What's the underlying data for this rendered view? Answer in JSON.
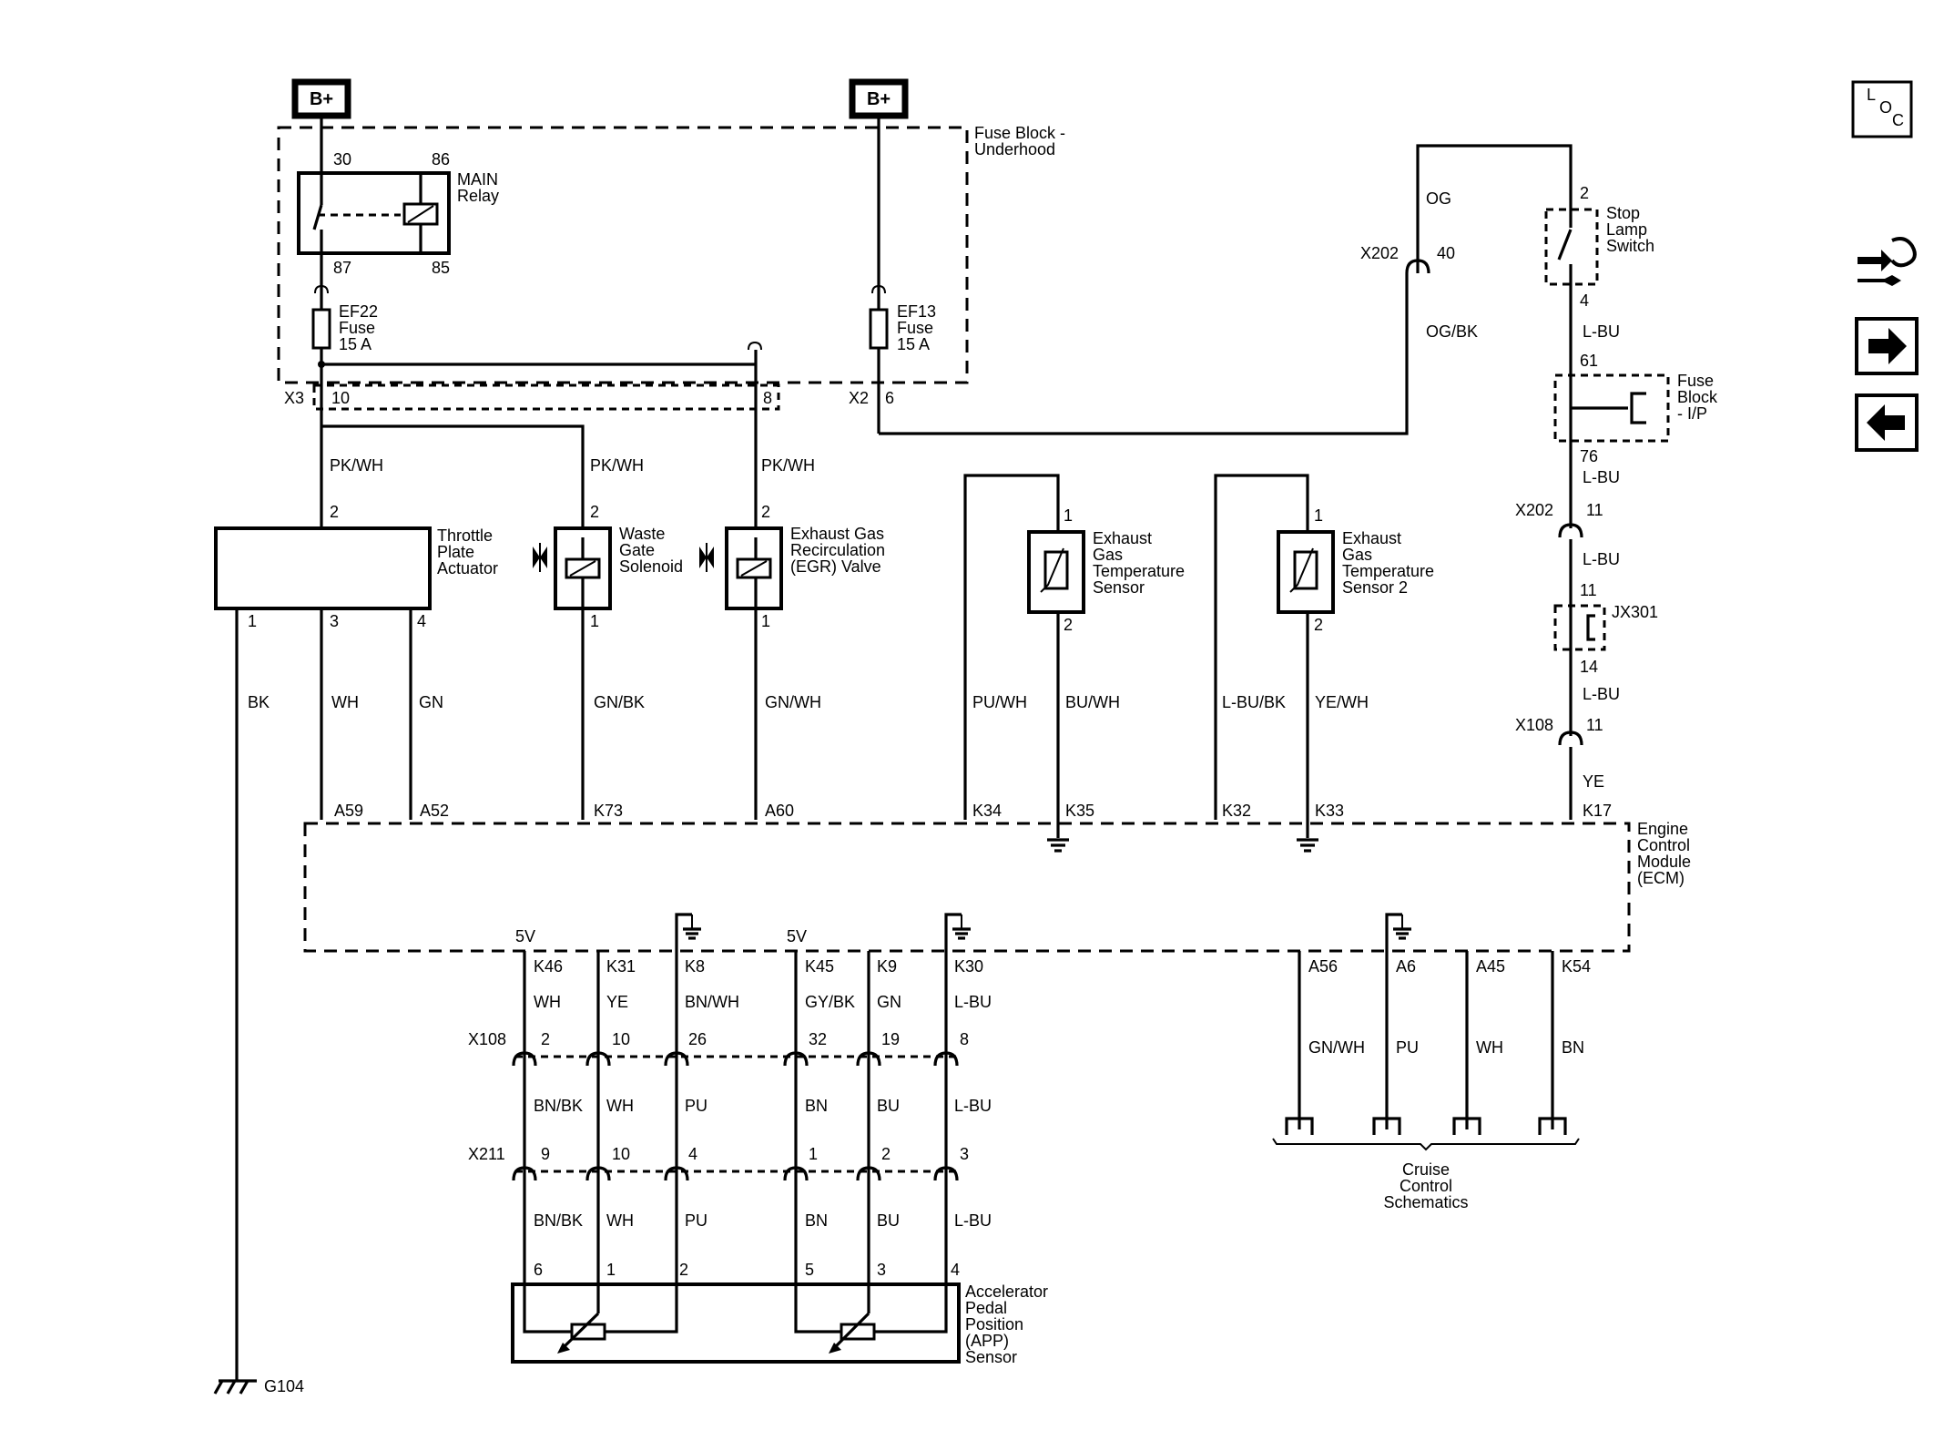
{
  "supply": {
    "bplus_1": "B+",
    "bplus_2": "B+"
  },
  "components": {
    "fuse_block_underhood": [
      "Fuse Block -",
      "Underhood"
    ],
    "main_relay": [
      "MAIN",
      "Relay"
    ],
    "ef22": [
      "EF22",
      "Fuse",
      "15 A"
    ],
    "ef13": [
      "EF13",
      "Fuse",
      "15 A"
    ],
    "throttle": [
      "Throttle",
      "Plate",
      "Actuator"
    ],
    "wastegate": [
      "Waste",
      "Gate",
      "Solenoid"
    ],
    "egr": [
      "Exhaust Gas",
      "Recirculation",
      "(EGR) Valve"
    ],
    "egt1": [
      "Exhaust",
      "Gas",
      "Temperature",
      "Sensor"
    ],
    "egt2": [
      "Exhaust",
      "Gas",
      "Temperature",
      "Sensor 2"
    ],
    "stop_lamp": [
      "Stop",
      "Lamp",
      "Switch"
    ],
    "fuse_block_ip": [
      "Fuse",
      "Block",
      "- I/P"
    ],
    "ecm": [
      "Engine",
      "Control",
      "Module",
      "(ECM)"
    ],
    "app": [
      "Accelerator",
      "Pedal",
      "Position",
      "(APP)",
      "Sensor"
    ],
    "cruise": [
      "Cruise",
      "Control",
      "Schematics"
    ],
    "ground": "G104",
    "jx301": "JX301"
  },
  "pins": {
    "relay_30": "30",
    "relay_86": "86",
    "relay_87": "87",
    "relay_85": "85",
    "x3": "X3",
    "x3_10": "10",
    "x3_8": "8",
    "x2": "X2",
    "x2_6": "6",
    "thr_2": "2",
    "thr_1": "1",
    "thr_3": "3",
    "thr_4": "4",
    "wg_2": "2",
    "wg_1": "1",
    "egr_2": "2",
    "egr_1": "1",
    "egt1_1": "1",
    "egt1_2": "2",
    "egt2_1": "1",
    "egt2_2": "2",
    "x202a": "X202",
    "x202a_40": "40",
    "sls_2": "2",
    "sls_4": "4",
    "fbip_61": "61",
    "fbip_76": "76",
    "x202b": "X202",
    "x202b_11": "11",
    "jx_11": "11",
    "jx_14": "14",
    "x108a": "X108",
    "x108a_11": "11",
    "ecm_top": [
      "A59",
      "A52",
      "K73",
      "A60",
      "K34",
      "K35",
      "K32",
      "K33",
      "K17"
    ],
    "ecm_bot": [
      "K46",
      "K31",
      "K8",
      "K45",
      "K9",
      "K30"
    ],
    "ecm_right": [
      "A56",
      "A6",
      "A45",
      "K54"
    ],
    "v5_a": "5V",
    "v5_b": "5V",
    "x108": "X108",
    "x108_pins": [
      "2",
      "10",
      "26",
      "32",
      "19",
      "8"
    ],
    "x211": "X211",
    "x211_pins": [
      "9",
      "10",
      "4",
      "1",
      "2",
      "3"
    ],
    "app_pins": [
      "6",
      "1",
      "2",
      "5",
      "3",
      "4"
    ]
  },
  "wires": {
    "pkwh_1": "PK/WH",
    "pkwh_2": "PK/WH",
    "pkwh_3": "PK/WH",
    "bk": "BK",
    "wh": "WH",
    "gn": "GN",
    "gnbk": "GN/BK",
    "gnwh": "GN/WH",
    "puwh": "PU/WH",
    "buwh": "BU/WH",
    "lbubk": "L-BU/BK",
    "yewh": "YE/WH",
    "og": "OG",
    "ogbk": "OG/BK",
    "lbu_1": "L-BU",
    "lbu_2": "L-BU",
    "lbu_3": "L-BU",
    "lbu_4": "L-BU",
    "ye": "YE",
    "ecm_bot_1": [
      "WH",
      "YE",
      "BN/WH",
      "GY/BK",
      "GN",
      "L-BU"
    ],
    "mid": [
      "BN/BK",
      "WH",
      "PU",
      "BN",
      "BU",
      "L-BU"
    ],
    "low": [
      "BN/BK",
      "WH",
      "PU",
      "BN",
      "BU",
      "L-BU"
    ],
    "cruise": [
      "GN/WH",
      "PU",
      "WH",
      "BN"
    ]
  },
  "nav": {
    "loc_l": "L",
    "loc_o": "O",
    "loc_c": "C"
  }
}
